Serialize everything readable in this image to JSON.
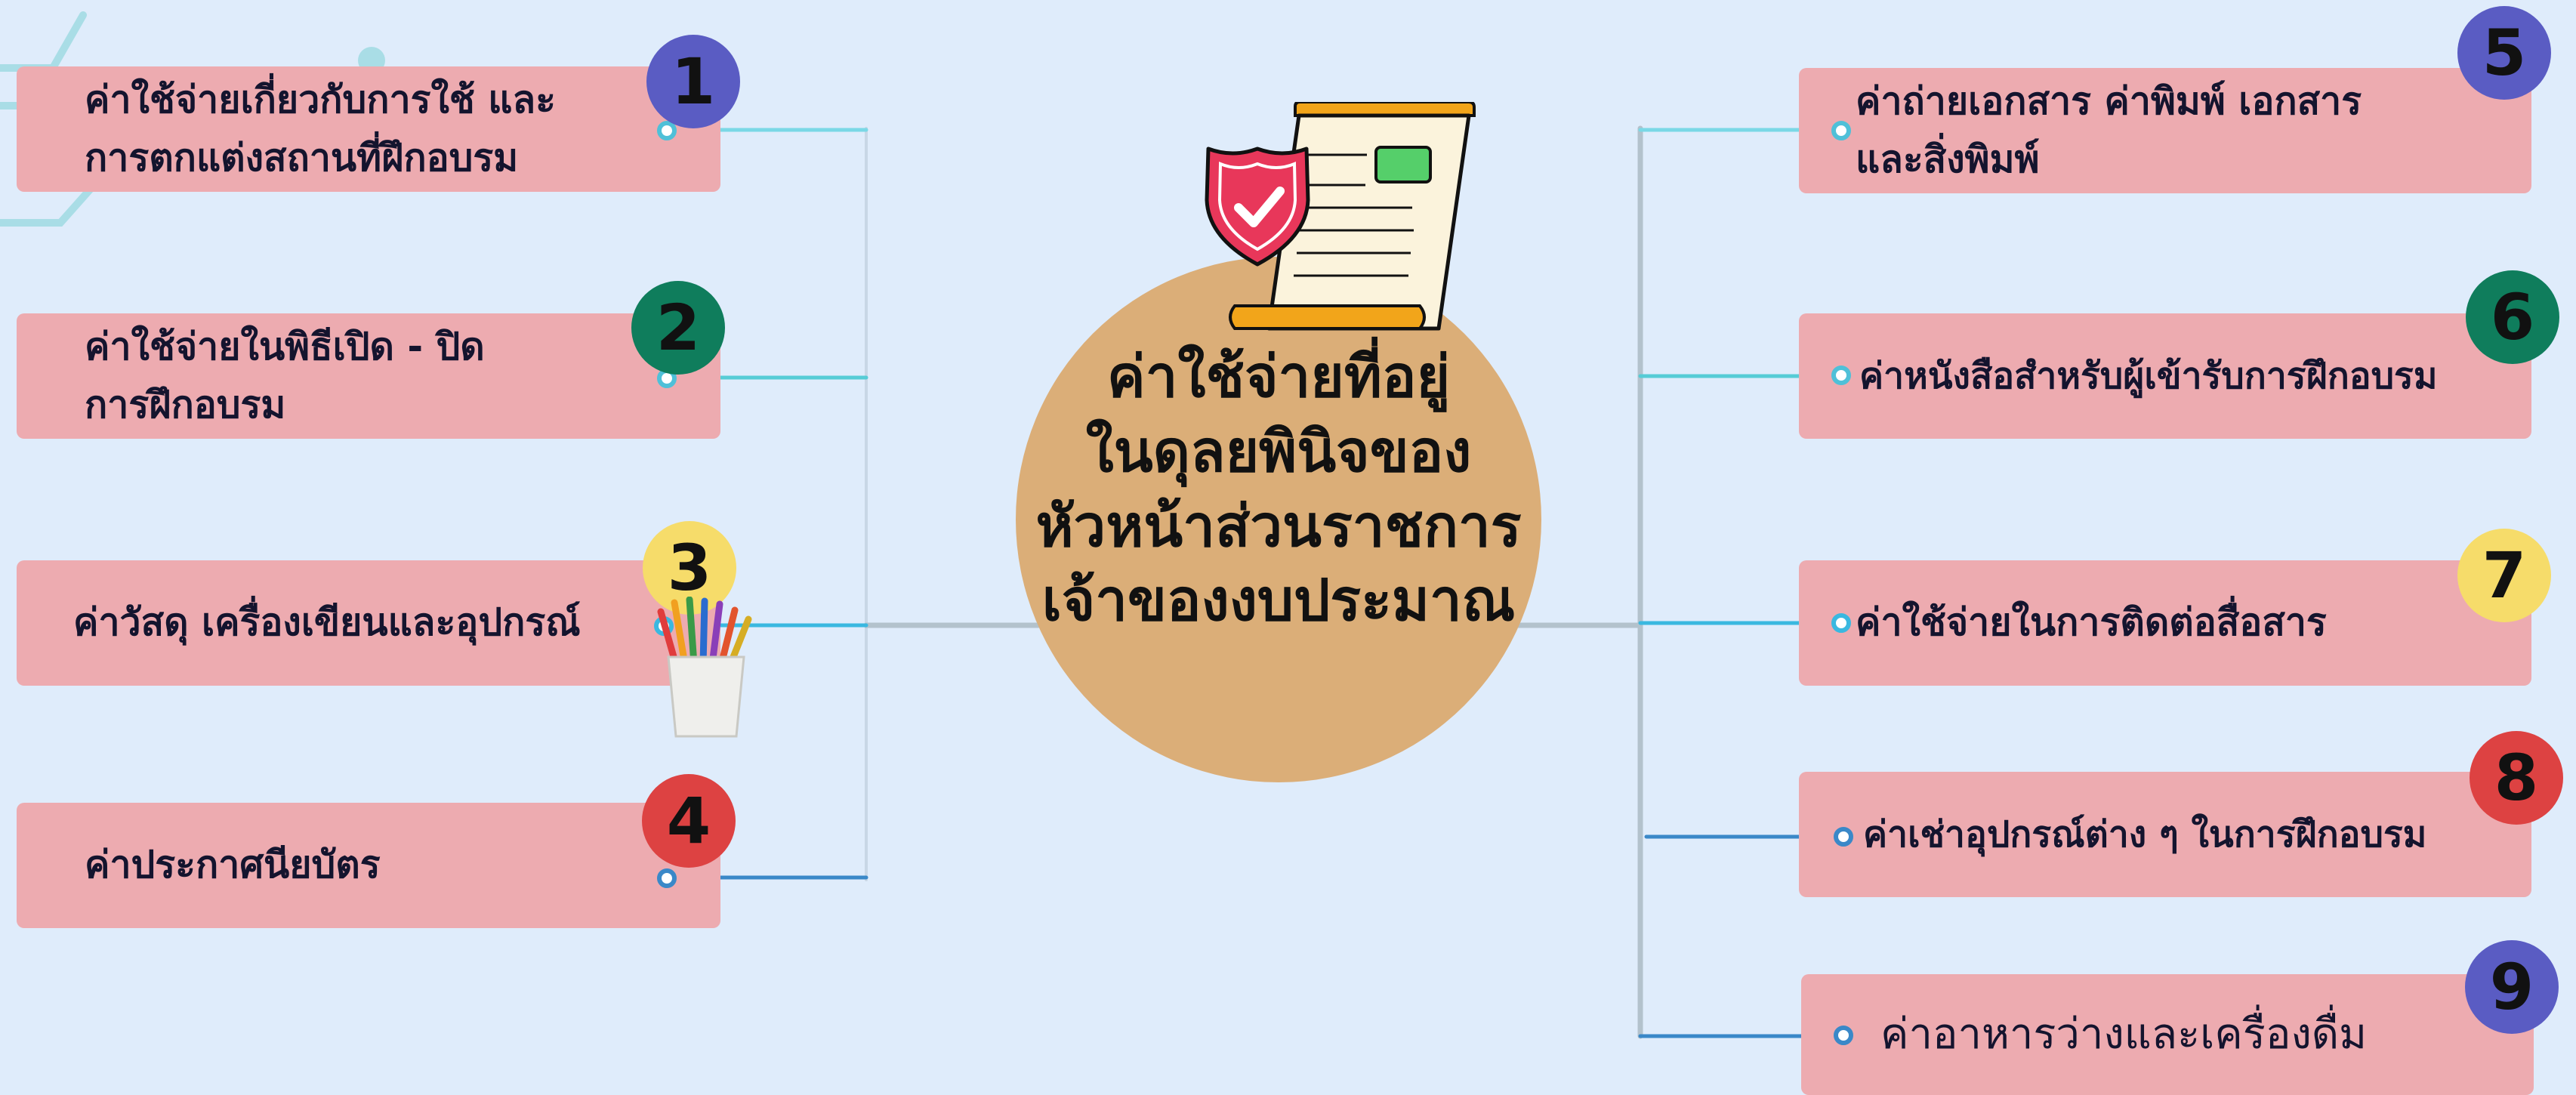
{
  "center": {
    "title_lines": [
      "ค่าใช้จ่ายที่อยู่",
      "ในดุลยพินิจของ",
      "หัวหน้าส่วนราชการ",
      "เจ้าของงบประมาณ"
    ]
  },
  "left_items": [
    {
      "number": "1",
      "lines": [
        "ค่าใช้จ่ายเกี่ยวกับการใช้ และ",
        "การตกแต่งสถานที่ฝึกอบรม"
      ],
      "color": "#5a5cc3"
    },
    {
      "number": "2",
      "lines": [
        "ค่าใช้จ่ายในพิธีเปิด - ปิด",
        "การฝึกอบรม"
      ],
      "color": "#0f7d5c"
    },
    {
      "number": "3",
      "lines": [
        "ค่าวัสดุ เครื่องเขียนและอุปกรณ์"
      ],
      "color": "#f6dc6a"
    },
    {
      "number": "4",
      "lines": [
        "ค่าประกาศนียบัตร"
      ],
      "color": "#dd4242"
    }
  ],
  "right_items": [
    {
      "number": "5",
      "lines": [
        "ค่าถ่ายเอกสาร ค่าพิมพ์ เอกสาร",
        "และสิ่งพิมพ์"
      ],
      "color": "#5a5cc3"
    },
    {
      "number": "6",
      "lines": [
        "ค่าหนังสือสำหรับผู้เข้ารับการฝึกอบรม"
      ],
      "color": "#0f7d5c"
    },
    {
      "number": "7",
      "lines": [
        "ค่าใช้จ่ายในการติดต่อสื่อสาร"
      ],
      "color": "#f6dc6a"
    },
    {
      "number": "8",
      "lines": [
        "ค่าเช่าอุปกรณ์ต่าง ๆ ในการฝึกอบรม"
      ],
      "color": "#dd4242"
    },
    {
      "number": "9",
      "lines": [
        "ค่าอาหารว่างและเครื่องดื่ม"
      ],
      "color": "#5a5cc3"
    }
  ]
}
